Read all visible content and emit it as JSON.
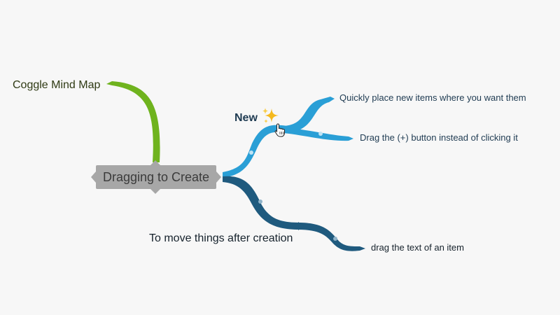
{
  "nodes": {
    "root": "Dragging to Create",
    "top_left": "Coggle Mind Map",
    "upper_branch": "New",
    "upper_child_1": "Quickly place new items where you want them",
    "upper_child_2": "Drag the (+) button instead of clicking it",
    "lower_branch": "To move things after creation",
    "lower_child_1": "drag the text of an item"
  },
  "colors": {
    "green_branch": "#6fb31e",
    "light_blue_branch": "#2a9fd6",
    "dark_blue_branch": "#1f5a7e",
    "root_fill": "#a7a7a7",
    "sparkle": "#f5b91e"
  },
  "icons": {
    "sparkle": "sparkles-icon",
    "cursor": "hand-pointer-icon"
  }
}
